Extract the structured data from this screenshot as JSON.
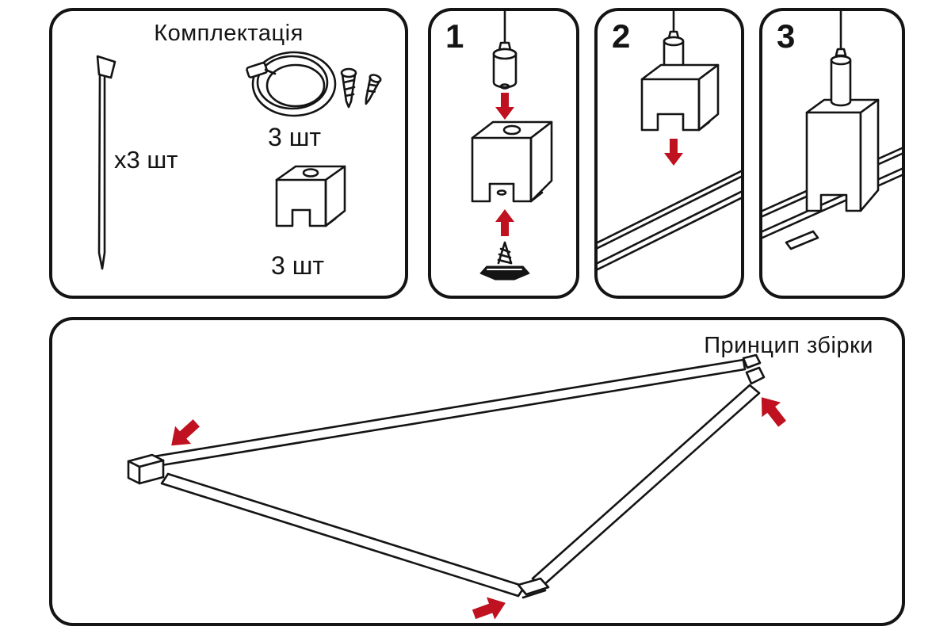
{
  "colors": {
    "line": "#141414",
    "arrow": "#bf1120",
    "background": "#ffffff"
  },
  "kit_panel": {
    "title": "Комплектація",
    "items": [
      {
        "icon": "mounting-pin-icon",
        "quantity_label": "x3 шт"
      },
      {
        "icon": "cable-coil-with-screws-icon",
        "quantity_label": "3 шт"
      },
      {
        "icon": "clip-bracket-icon",
        "quantity_label": "3 шт"
      }
    ]
  },
  "steps": [
    {
      "number": "1",
      "illustration": "grip-into-clip-with-screw"
    },
    {
      "number": "2",
      "illustration": "clip-assembly-onto-rail"
    },
    {
      "number": "3",
      "illustration": "clip-seated-on-rail"
    }
  ],
  "assembly_panel": {
    "title": "Принцип збірки"
  }
}
